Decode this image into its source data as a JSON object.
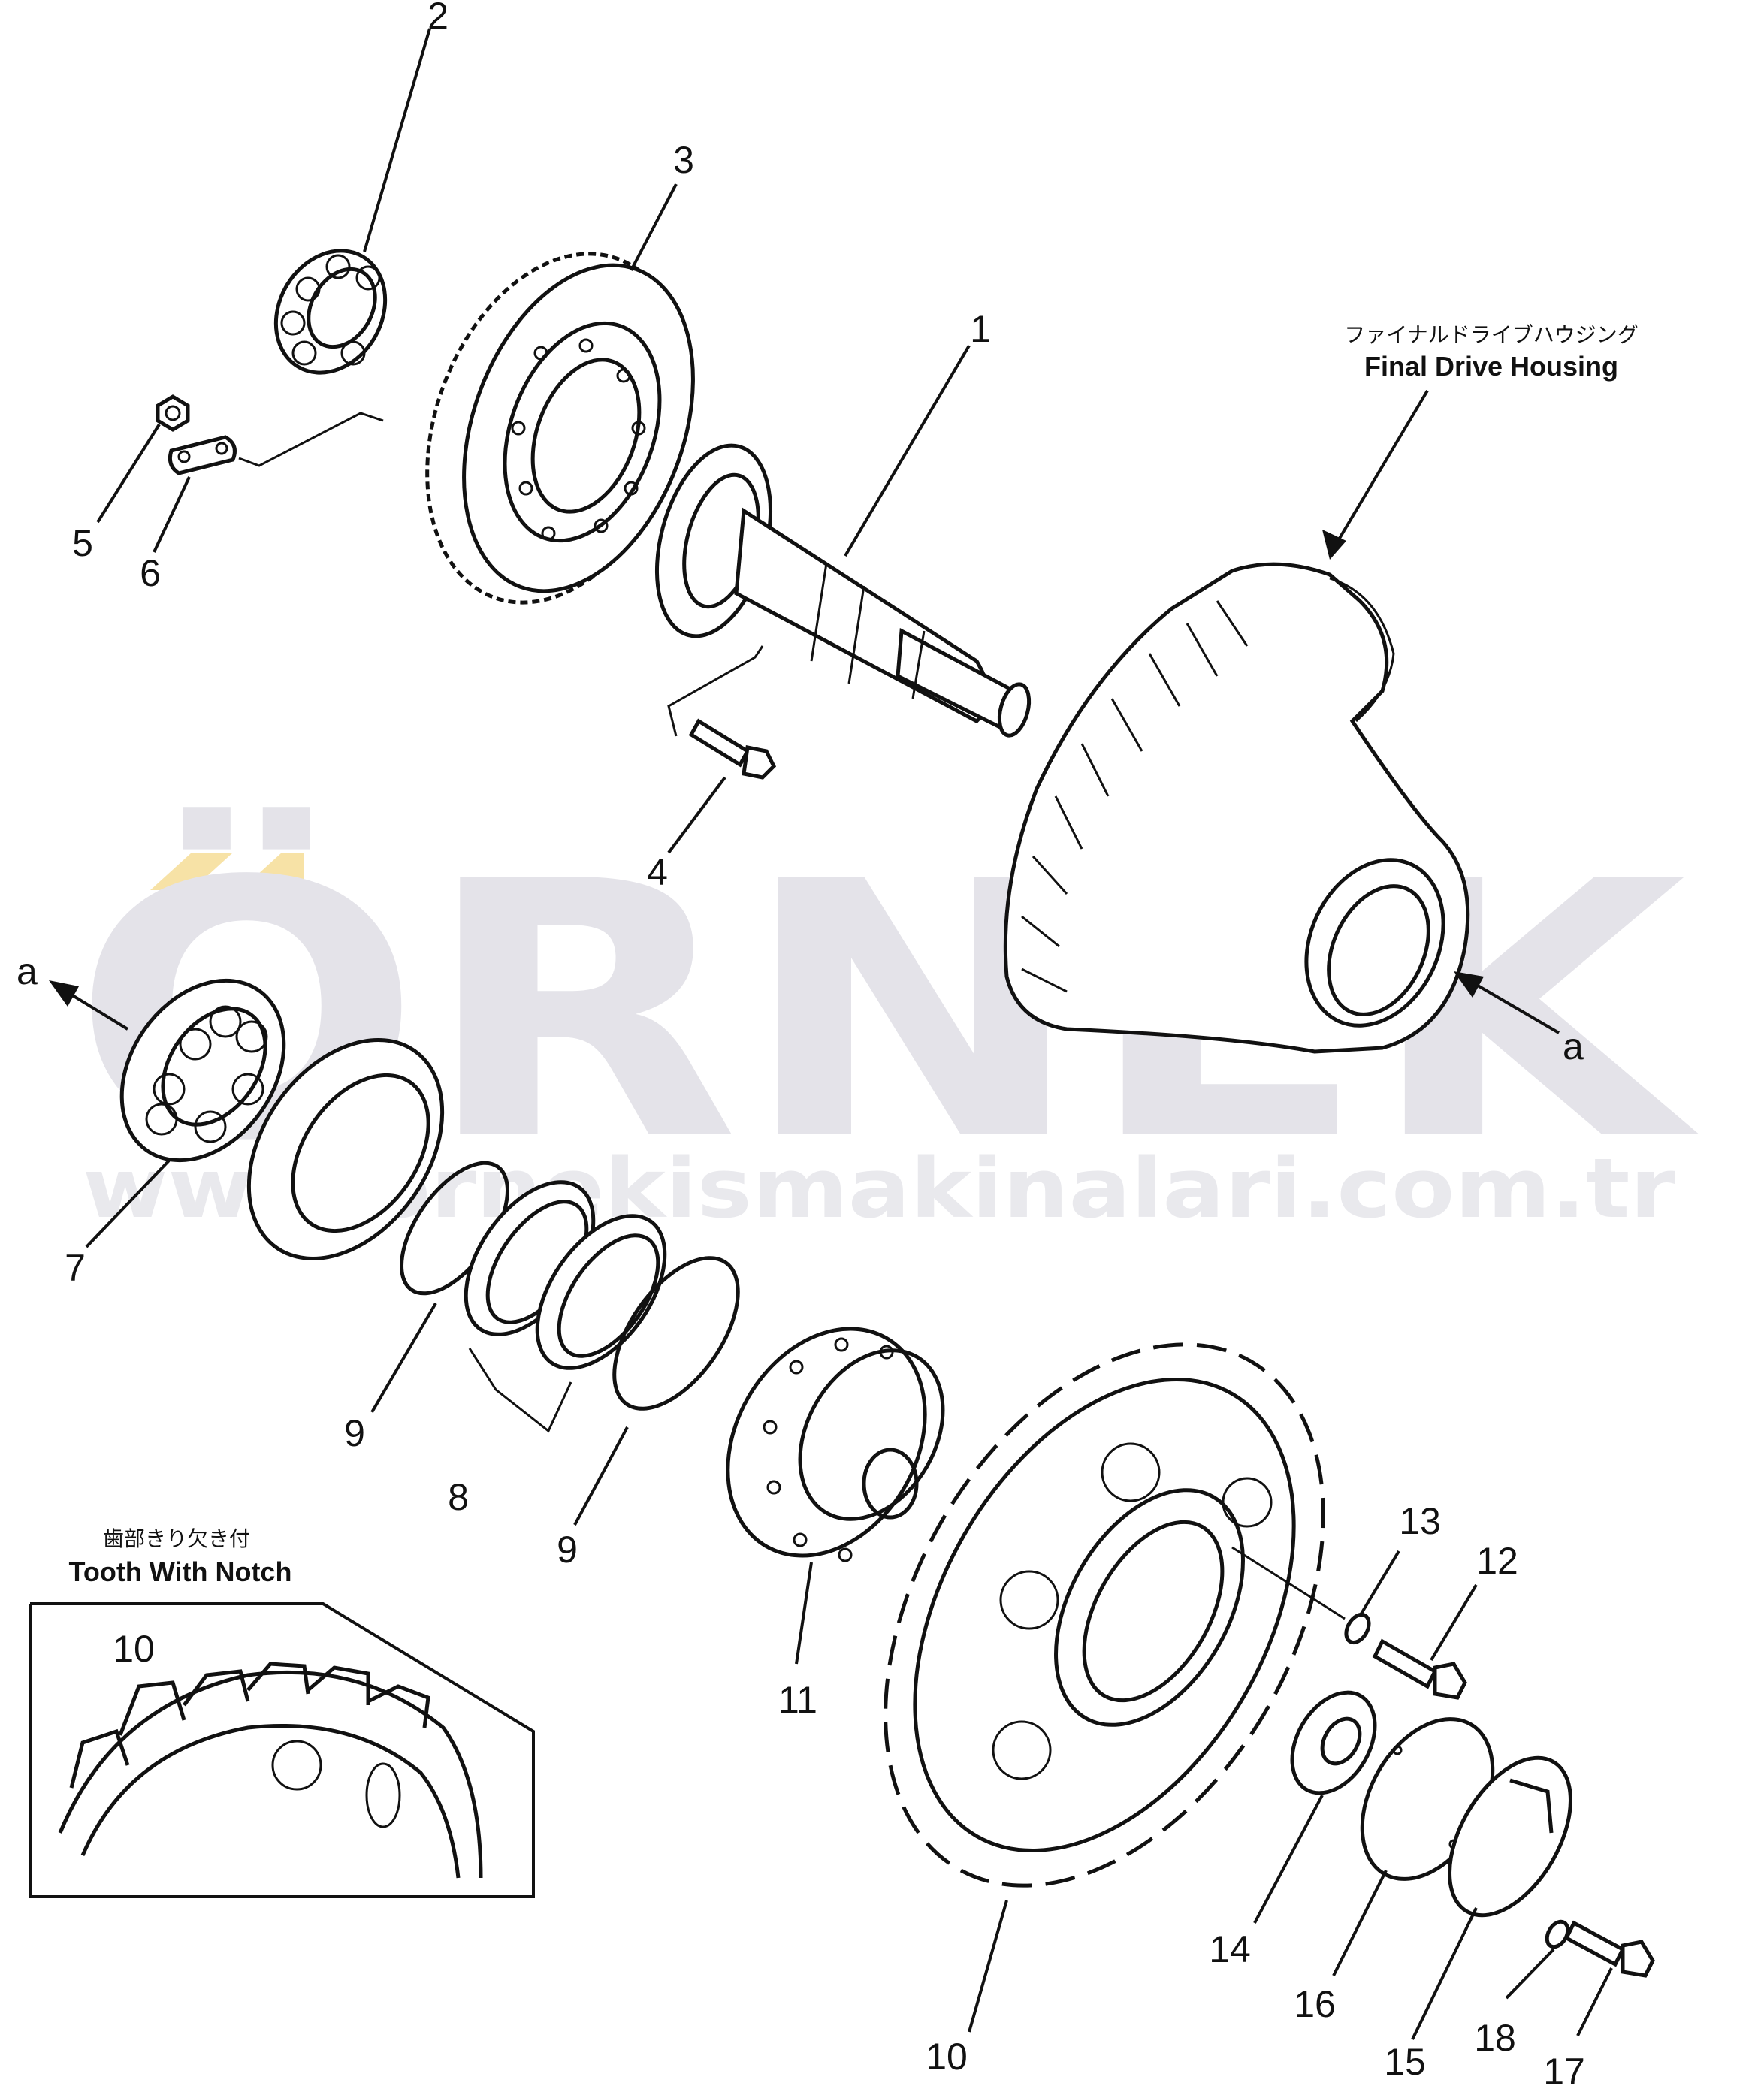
{
  "watermark": {
    "brand": "ÖRNEK",
    "url": "www.ornekismakinalari.com.tr",
    "brand_color": "#e4e3e9",
    "accent_color": "#f7e2a6"
  },
  "captions": {
    "housing_jp": "ファイナルドライブハウジング",
    "housing_en": "Final Drive Housing",
    "tooth_jp": "歯部きり欠き付",
    "tooth_en": "Tooth With Notch"
  },
  "callouts": {
    "p1": "1",
    "p2": "2",
    "p3": "3",
    "p4": "4",
    "p5": "5",
    "p6": "6",
    "p7": "7",
    "p8": "8",
    "p9a": "9",
    "p9b": "9",
    "p10": "10",
    "p10_inset": "10",
    "p11": "11",
    "p12": "12",
    "p13": "13",
    "p14": "14",
    "p15": "15",
    "p16": "16",
    "p17": "17",
    "p18": "18",
    "a_left": "a",
    "a_right": "a"
  }
}
